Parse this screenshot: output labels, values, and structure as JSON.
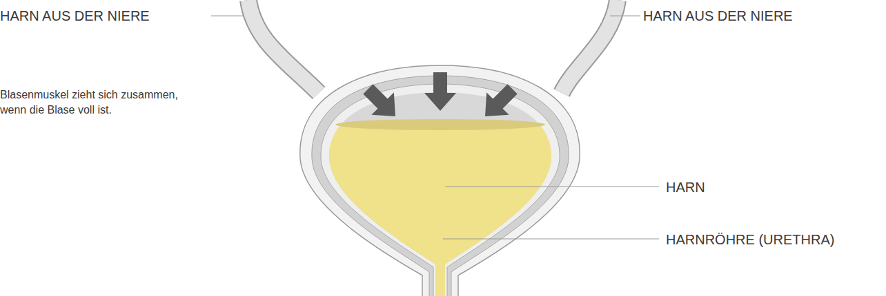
{
  "diagram": {
    "labels": [
      "HARN AUS DER NIERE",
      "HARN AUS DER NIERE",
      "Blasenmuskel zieht sich zusammen, wenn die Blase voll ist.",
      "HARN",
      "HARNRÖHRE (URETHRA)"
    ]
  }
}
